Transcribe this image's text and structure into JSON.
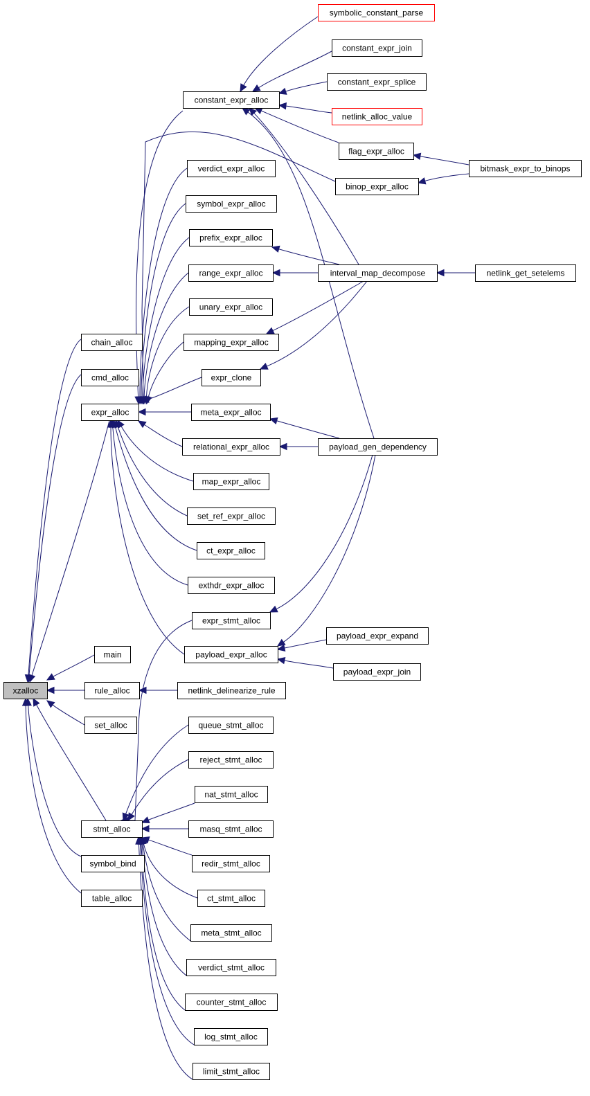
{
  "graph": {
    "edge_color": "#191970",
    "node_border_color": "#000000",
    "truncated_border_color": "#ff0000",
    "root_fill_color": "#bfbfbf",
    "nodes": [
      {
        "id": "xzalloc",
        "label": "xzalloc",
        "root": true
      },
      {
        "id": "chain_alloc",
        "label": "chain_alloc"
      },
      {
        "id": "cmd_alloc",
        "label": "cmd_alloc"
      },
      {
        "id": "expr_alloc",
        "label": "expr_alloc"
      },
      {
        "id": "main",
        "label": "main"
      },
      {
        "id": "rule_alloc",
        "label": "rule_alloc"
      },
      {
        "id": "set_alloc",
        "label": "set_alloc"
      },
      {
        "id": "stmt_alloc",
        "label": "stmt_alloc"
      },
      {
        "id": "symbol_bind",
        "label": "symbol_bind"
      },
      {
        "id": "table_alloc",
        "label": "table_alloc"
      },
      {
        "id": "constant_expr_alloc",
        "label": "constant_expr_alloc"
      },
      {
        "id": "verdict_expr_alloc",
        "label": "verdict_expr_alloc"
      },
      {
        "id": "symbol_expr_alloc",
        "label": "symbol_expr_alloc"
      },
      {
        "id": "prefix_expr_alloc",
        "label": "prefix_expr_alloc"
      },
      {
        "id": "range_expr_alloc",
        "label": "range_expr_alloc"
      },
      {
        "id": "unary_expr_alloc",
        "label": "unary_expr_alloc"
      },
      {
        "id": "mapping_expr_alloc",
        "label": "mapping_expr_alloc"
      },
      {
        "id": "expr_clone",
        "label": "expr_clone"
      },
      {
        "id": "meta_expr_alloc",
        "label": "meta_expr_alloc"
      },
      {
        "id": "relational_expr_alloc",
        "label": "relational_expr_alloc"
      },
      {
        "id": "map_expr_alloc",
        "label": "map_expr_alloc"
      },
      {
        "id": "set_ref_expr_alloc",
        "label": "set_ref_expr_alloc"
      },
      {
        "id": "ct_expr_alloc",
        "label": "ct_expr_alloc"
      },
      {
        "id": "exthdr_expr_alloc",
        "label": "exthdr_expr_alloc"
      },
      {
        "id": "expr_stmt_alloc",
        "label": "expr_stmt_alloc"
      },
      {
        "id": "payload_expr_alloc",
        "label": "payload_expr_alloc"
      },
      {
        "id": "netlink_delinearize_rule",
        "label": "netlink_delinearize_rule"
      },
      {
        "id": "queue_stmt_alloc",
        "label": "queue_stmt_alloc"
      },
      {
        "id": "reject_stmt_alloc",
        "label": "reject_stmt_alloc"
      },
      {
        "id": "nat_stmt_alloc",
        "label": "nat_stmt_alloc"
      },
      {
        "id": "masq_stmt_alloc",
        "label": "masq_stmt_alloc"
      },
      {
        "id": "redir_stmt_alloc",
        "label": "redir_stmt_alloc"
      },
      {
        "id": "ct_stmt_alloc",
        "label": "ct_stmt_alloc"
      },
      {
        "id": "meta_stmt_alloc",
        "label": "meta_stmt_alloc"
      },
      {
        "id": "verdict_stmt_alloc",
        "label": "verdict_stmt_alloc"
      },
      {
        "id": "counter_stmt_alloc",
        "label": "counter_stmt_alloc"
      },
      {
        "id": "log_stmt_alloc",
        "label": "log_stmt_alloc"
      },
      {
        "id": "limit_stmt_alloc",
        "label": "limit_stmt_alloc"
      },
      {
        "id": "symbolic_constant_parse",
        "label": "symbolic_constant_parse",
        "truncated": true
      },
      {
        "id": "constant_expr_join",
        "label": "constant_expr_join"
      },
      {
        "id": "constant_expr_splice",
        "label": "constant_expr_splice"
      },
      {
        "id": "netlink_alloc_value",
        "label": "netlink_alloc_value",
        "truncated": true
      },
      {
        "id": "flag_expr_alloc",
        "label": "flag_expr_alloc"
      },
      {
        "id": "binop_expr_alloc",
        "label": "binop_expr_alloc"
      },
      {
        "id": "interval_map_decompose",
        "label": "interval_map_decompose"
      },
      {
        "id": "payload_gen_dependency",
        "label": "payload_gen_dependency"
      },
      {
        "id": "payload_expr_expand",
        "label": "payload_expr_expand"
      },
      {
        "id": "payload_expr_join",
        "label": "payload_expr_join"
      },
      {
        "id": "bitmask_expr_to_binops",
        "label": "bitmask_expr_to_binops"
      },
      {
        "id": "netlink_get_setelems",
        "label": "netlink_get_setelems"
      }
    ],
    "edges": [
      [
        "chain_alloc",
        "xzalloc"
      ],
      [
        "cmd_alloc",
        "xzalloc"
      ],
      [
        "expr_alloc",
        "xzalloc"
      ],
      [
        "main",
        "xzalloc"
      ],
      [
        "rule_alloc",
        "xzalloc"
      ],
      [
        "set_alloc",
        "xzalloc"
      ],
      [
        "stmt_alloc",
        "xzalloc"
      ],
      [
        "symbol_bind",
        "xzalloc"
      ],
      [
        "table_alloc",
        "xzalloc"
      ],
      [
        "constant_expr_alloc",
        "expr_alloc"
      ],
      [
        "verdict_expr_alloc",
        "expr_alloc"
      ],
      [
        "symbol_expr_alloc",
        "expr_alloc"
      ],
      [
        "prefix_expr_alloc",
        "expr_alloc"
      ],
      [
        "range_expr_alloc",
        "expr_alloc"
      ],
      [
        "unary_expr_alloc",
        "expr_alloc"
      ],
      [
        "binop_expr_alloc",
        "expr_alloc"
      ],
      [
        "mapping_expr_alloc",
        "expr_alloc"
      ],
      [
        "expr_clone",
        "expr_alloc"
      ],
      [
        "meta_expr_alloc",
        "expr_alloc"
      ],
      [
        "relational_expr_alloc",
        "expr_alloc"
      ],
      [
        "map_expr_alloc",
        "expr_alloc"
      ],
      [
        "set_ref_expr_alloc",
        "expr_alloc"
      ],
      [
        "ct_expr_alloc",
        "expr_alloc"
      ],
      [
        "exthdr_expr_alloc",
        "expr_alloc"
      ],
      [
        "payload_expr_alloc",
        "expr_alloc"
      ],
      [
        "netlink_delinearize_rule",
        "rule_alloc"
      ],
      [
        "expr_stmt_alloc",
        "stmt_alloc"
      ],
      [
        "queue_stmt_alloc",
        "stmt_alloc"
      ],
      [
        "reject_stmt_alloc",
        "stmt_alloc"
      ],
      [
        "nat_stmt_alloc",
        "stmt_alloc"
      ],
      [
        "masq_stmt_alloc",
        "stmt_alloc"
      ],
      [
        "redir_stmt_alloc",
        "stmt_alloc"
      ],
      [
        "ct_stmt_alloc",
        "stmt_alloc"
      ],
      [
        "meta_stmt_alloc",
        "stmt_alloc"
      ],
      [
        "verdict_stmt_alloc",
        "stmt_alloc"
      ],
      [
        "counter_stmt_alloc",
        "stmt_alloc"
      ],
      [
        "log_stmt_alloc",
        "stmt_alloc"
      ],
      [
        "limit_stmt_alloc",
        "stmt_alloc"
      ],
      [
        "symbolic_constant_parse",
        "constant_expr_alloc"
      ],
      [
        "constant_expr_join",
        "constant_expr_alloc"
      ],
      [
        "constant_expr_splice",
        "constant_expr_alloc"
      ],
      [
        "netlink_alloc_value",
        "constant_expr_alloc"
      ],
      [
        "flag_expr_alloc",
        "constant_expr_alloc"
      ],
      [
        "interval_map_decompose",
        "constant_expr_alloc"
      ],
      [
        "payload_gen_dependency",
        "constant_expr_alloc"
      ],
      [
        "bitmask_expr_to_binops",
        "flag_expr_alloc"
      ],
      [
        "bitmask_expr_to_binops",
        "binop_expr_alloc"
      ],
      [
        "interval_map_decompose",
        "prefix_expr_alloc"
      ],
      [
        "interval_map_decompose",
        "range_expr_alloc"
      ],
      [
        "interval_map_decompose",
        "mapping_expr_alloc"
      ],
      [
        "interval_map_decompose",
        "expr_clone"
      ],
      [
        "netlink_get_setelems",
        "interval_map_decompose"
      ],
      [
        "payload_gen_dependency",
        "meta_expr_alloc"
      ],
      [
        "payload_gen_dependency",
        "relational_expr_alloc"
      ],
      [
        "payload_gen_dependency",
        "expr_stmt_alloc"
      ],
      [
        "payload_gen_dependency",
        "payload_expr_alloc"
      ],
      [
        "payload_expr_expand",
        "payload_expr_alloc"
      ],
      [
        "payload_expr_join",
        "payload_expr_alloc"
      ]
    ]
  }
}
